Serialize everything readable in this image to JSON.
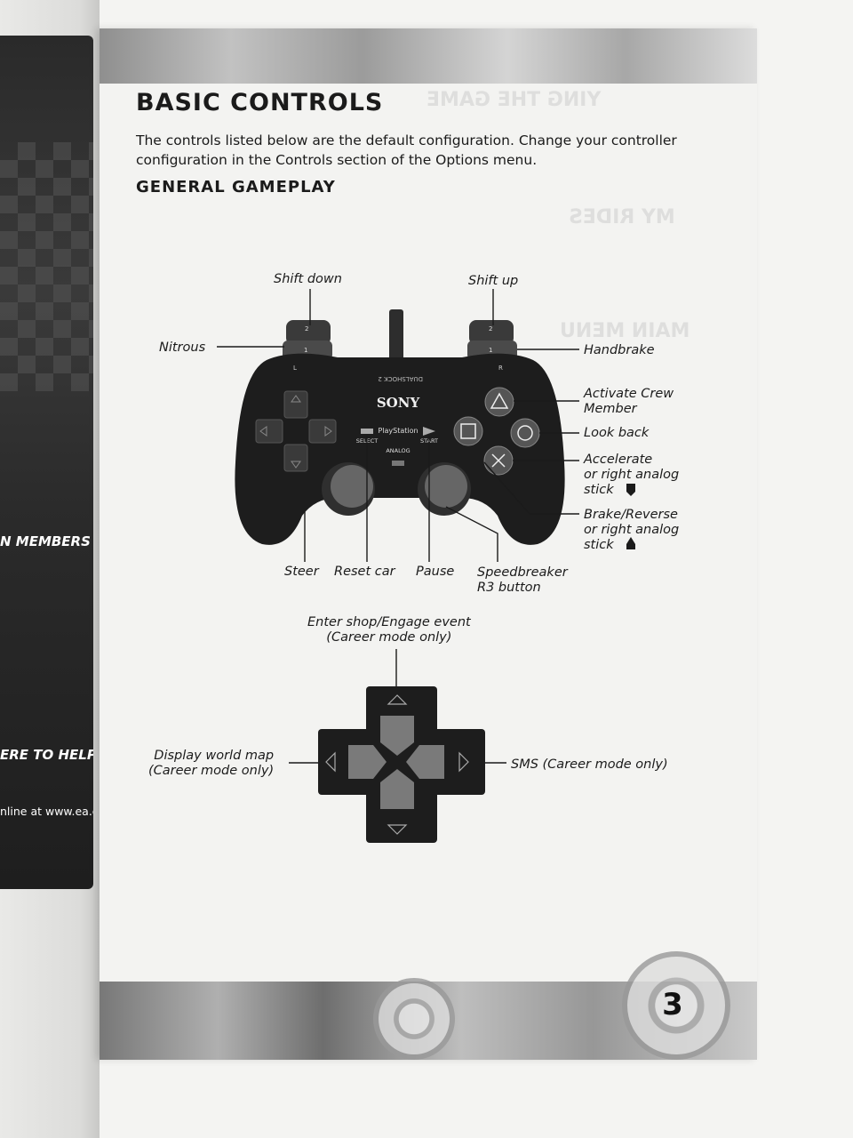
{
  "left_page": {
    "line1": "N MEMBERS",
    "line2": "ERE TO HELP YOU",
    "line3": "nline at www.ea.com"
  },
  "heading": "BASIC CONTROLS",
  "intro_text": "The controls listed below are the default configuration. Change your controller configuration in the Controls section of the Options menu.",
  "subheading": "GENERAL GAMEPLAY",
  "controller": {
    "brand": "SONY",
    "platform": "PlayStation",
    "model": "DUALSHOCK 2",
    "select_label": "SELECT",
    "start_label": "START",
    "analog_label": "ANALOG",
    "l_label": "L",
    "r_label": "R",
    "l1": "1",
    "l2": "2",
    "r1": "1",
    "r2": "2"
  },
  "labels": {
    "shift_down": "Shift down",
    "shift_up": "Shift up",
    "nitrous": "Nitrous",
    "handbrake": "Handbrake",
    "activate_crew_1": "Activate Crew",
    "activate_crew_2": "Member",
    "look_back": "Look back",
    "accelerate_1": "Accelerate",
    "accelerate_2": "or right analog",
    "accelerate_3": "stick",
    "brake_1": "Brake/Reverse",
    "brake_2": "or right analog",
    "brake_3": "stick",
    "steer": "Steer",
    "reset_car": "Reset car",
    "pause": "Pause",
    "speedbreaker_1": "Speedbreaker",
    "speedbreaker_2": "R3 button",
    "enter_shop_1": "Enter shop/Engage event",
    "enter_shop_2": "(Career mode only)",
    "display_map_1": "Display world map",
    "display_map_2": "(Career mode only)",
    "sms": "SMS (Career mode only)"
  },
  "page_number": "3"
}
